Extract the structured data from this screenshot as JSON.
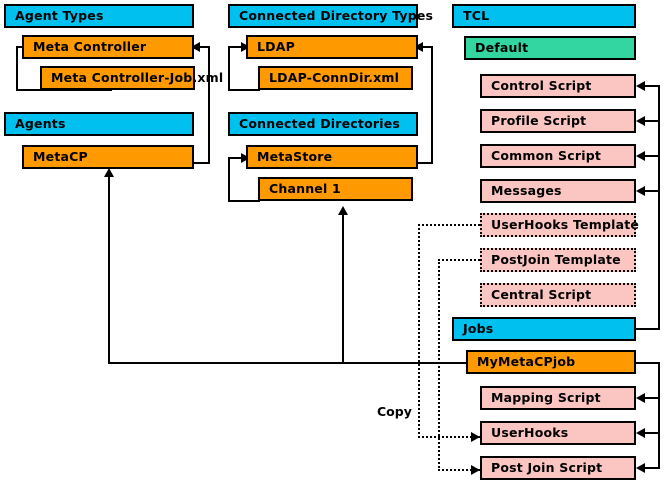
{
  "diagram": {
    "title": "MetaCP TCL structure diagram",
    "colors": {
      "header": "#00c0f0",
      "item": "#ff9900",
      "default": "#33d6a0",
      "script": "#fbc5c2",
      "line": "#000000",
      "background": "#ffffff"
    },
    "columns": {
      "left": {
        "header1": "Agent Types",
        "node1": "Meta Controller",
        "node2": "Meta Controller-Job.xml",
        "header2": "Agents",
        "node3": "MetaCP"
      },
      "middle": {
        "header1": "Connected Directory Types",
        "node1": "LDAP",
        "node2": "LDAP-ConnDir.xml",
        "header2": "Connected Directories",
        "node3": "MetaStore",
        "node4": "Channel 1"
      },
      "right": {
        "header1": "TCL",
        "default": "Default",
        "scripts": [
          "Control Script",
          "Profile Script",
          "Common Script",
          "Messages"
        ],
        "templates": [
          "UserHooks Template",
          "PostJoin Template",
          "Central Script"
        ],
        "header2": "Jobs",
        "job": "MyMetaCPjob",
        "jobScripts": [
          "Mapping Script",
          "UserHooks",
          "Post Join Script"
        ]
      }
    },
    "labels": {
      "copy": "Copy"
    }
  }
}
